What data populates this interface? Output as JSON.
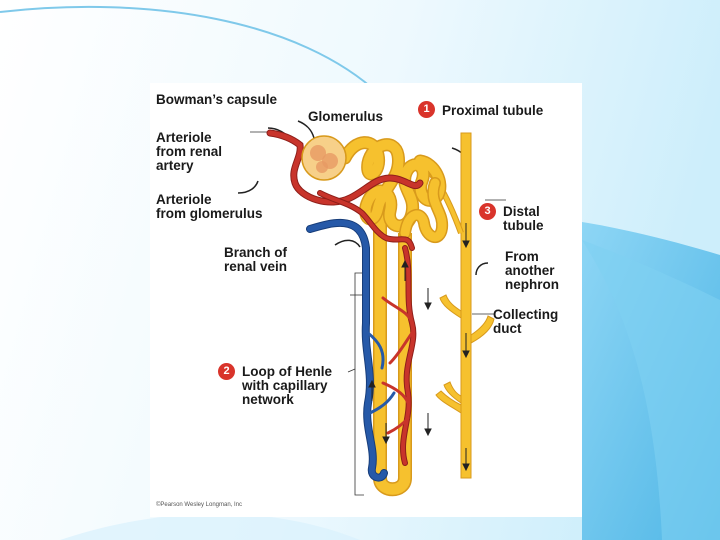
{
  "slide": {
    "background_colors": {
      "base": "#ffffff",
      "light_blue": "#cdeefb",
      "accent_blue": "#5bc2ee"
    }
  },
  "diagram": {
    "labels": {
      "bowmans_capsule": "Bowman’s capsule",
      "glomerulus": "Glomerulus",
      "proximal_tubule": "Proximal tubule",
      "arteriole_renal": "Arteriole\nfrom renal\nartery",
      "arteriole_glomerulus": "Arteriole\nfrom glomerulus",
      "distal_tubule": "Distal\ntubule",
      "renal_vein": "Branch of\nrenal vein",
      "another_nephron": "From\nanother\nnephron",
      "collecting_duct": "Collecting\nduct",
      "loop_of_henle": "Loop of Henle\nwith capillary\nnetwork"
    },
    "markers": {
      "proximal": "1",
      "loop": "2",
      "distal": "3"
    },
    "credit": "©Pearson Wesley Longman, Inc",
    "colors": {
      "tubule": "#f6c12e",
      "tubule_dark": "#d89a1c",
      "artery": "#c8342b",
      "vein": "#2659a8",
      "marker": "#d9342b"
    }
  }
}
